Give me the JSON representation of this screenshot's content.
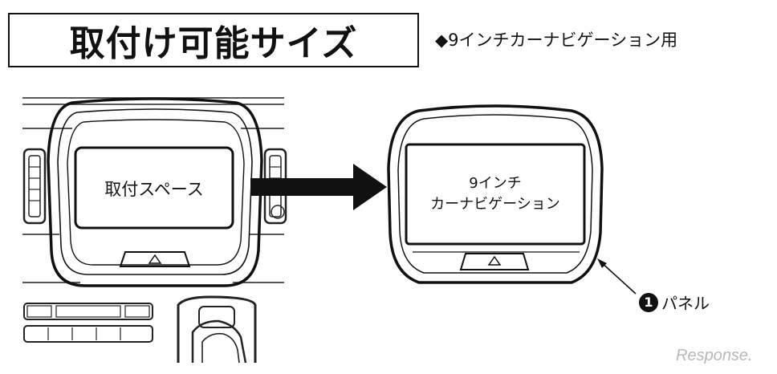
{
  "title": "取付け可能サイズ",
  "subtitle": "◆9インチカーナビゲーション用",
  "diagram": {
    "mount_space_label": "取付スペース",
    "navi_label_line1": "9インチ",
    "navi_label_line2": "カーナビゲーション",
    "panel_number": "1",
    "panel_label": "パネル"
  },
  "watermark": "Response."
}
